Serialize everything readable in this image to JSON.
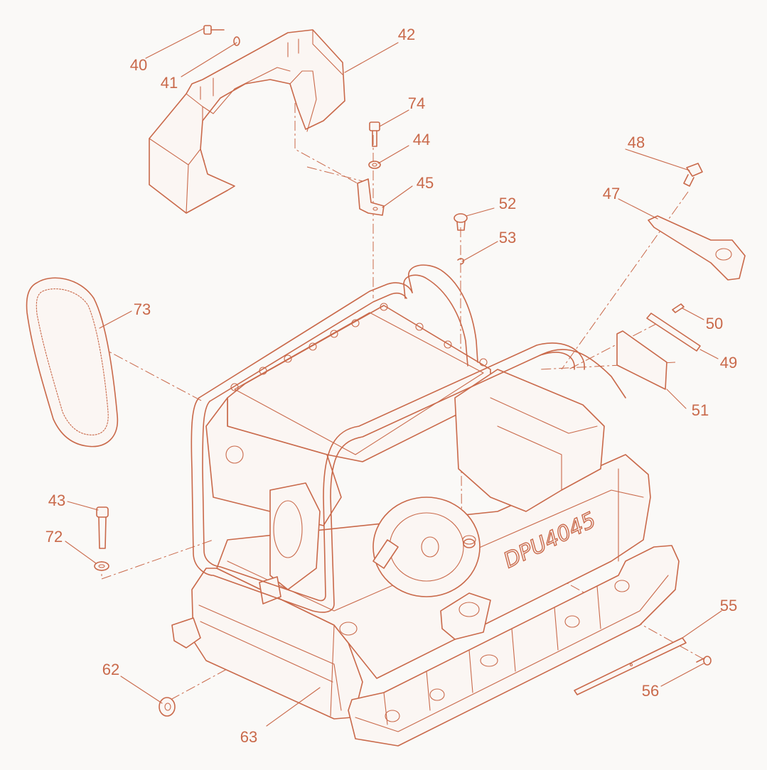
{
  "figure": {
    "model_text": "DPU4045",
    "accent_color": "#c9694a",
    "background_color": "#faf9f7"
  },
  "callouts": [
    {
      "id": "40",
      "part": "screw"
    },
    {
      "id": "41",
      "part": "washer"
    },
    {
      "id": "42",
      "part": "belt-guard"
    },
    {
      "id": "74",
      "part": "bolt"
    },
    {
      "id": "44",
      "part": "washer"
    },
    {
      "id": "45",
      "part": "bracket"
    },
    {
      "id": "48",
      "part": "bolt"
    },
    {
      "id": "47",
      "part": "lifting-plate"
    },
    {
      "id": "52",
      "part": "bolt"
    },
    {
      "id": "53",
      "part": "washer"
    },
    {
      "id": "73",
      "part": "v-belt"
    },
    {
      "id": "50",
      "part": "screw"
    },
    {
      "id": "49",
      "part": "strip"
    },
    {
      "id": "51",
      "part": "plate"
    },
    {
      "id": "43",
      "part": "bolt"
    },
    {
      "id": "72",
      "part": "washer"
    },
    {
      "id": "55",
      "part": "rail"
    },
    {
      "id": "62",
      "part": "rivet"
    },
    {
      "id": "56",
      "part": "screw"
    },
    {
      "id": "63",
      "part": "base-plate"
    }
  ]
}
